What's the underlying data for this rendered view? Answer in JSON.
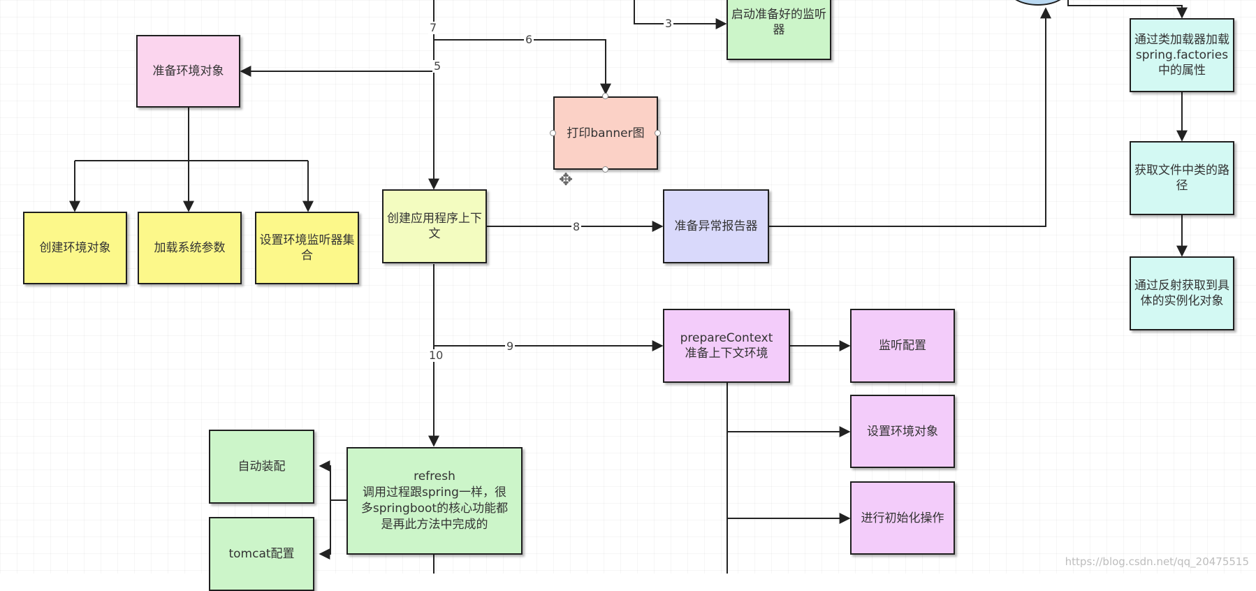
{
  "nodes": {
    "prep_env_object": "准备环境对象",
    "create_env_object": "创建环境对象",
    "load_system_params": "加载系统参数",
    "set_env_listener_set": "设置环境监听器集合",
    "start_prepared_listeners": "启动准备好的监听器",
    "print_banner": "打印banner图",
    "create_app_context": "创建应用程序上下文",
    "prepare_exception_reporter": "准备异常报告器",
    "class_loader_load": "通过类加载器加载spring.factories中的属性",
    "get_class_paths": "获取文件中类的路径",
    "reflection_instances": "通过反射获取到具体的实例化对象",
    "prepare_context": "prepareContext\n准备上下文环境",
    "listener_config": "监听配置",
    "set_env_object": "设置环境对象",
    "init_operations": "进行初始化操作",
    "auto_config": "自动装配",
    "tomcat_config": "tomcat配置",
    "refresh": "refresh\n调用过程跟spring一样，很多springboot的核心功能都是再此方法中完成的"
  },
  "edge_labels": {
    "e3": "3",
    "e5": "5",
    "e6": "6",
    "e7": "7",
    "e8": "8",
    "e9": "9",
    "e10": "10"
  },
  "watermark": "https://blog.csdn.net/qq_20475515",
  "colors": {
    "pink": "#fbd5ee",
    "yellow": "#fcf88a",
    "light_yellow_green": "#f3fcc0",
    "green": "#ccf5c9",
    "salmon": "#fbd1c6",
    "blue": "#d9d9fb",
    "violet": "#f3ccfa",
    "cyan": "#d3f9f3",
    "oval_blue": "#b9d8f1"
  },
  "icons": {
    "move_cursor": "move-cursor-icon"
  }
}
